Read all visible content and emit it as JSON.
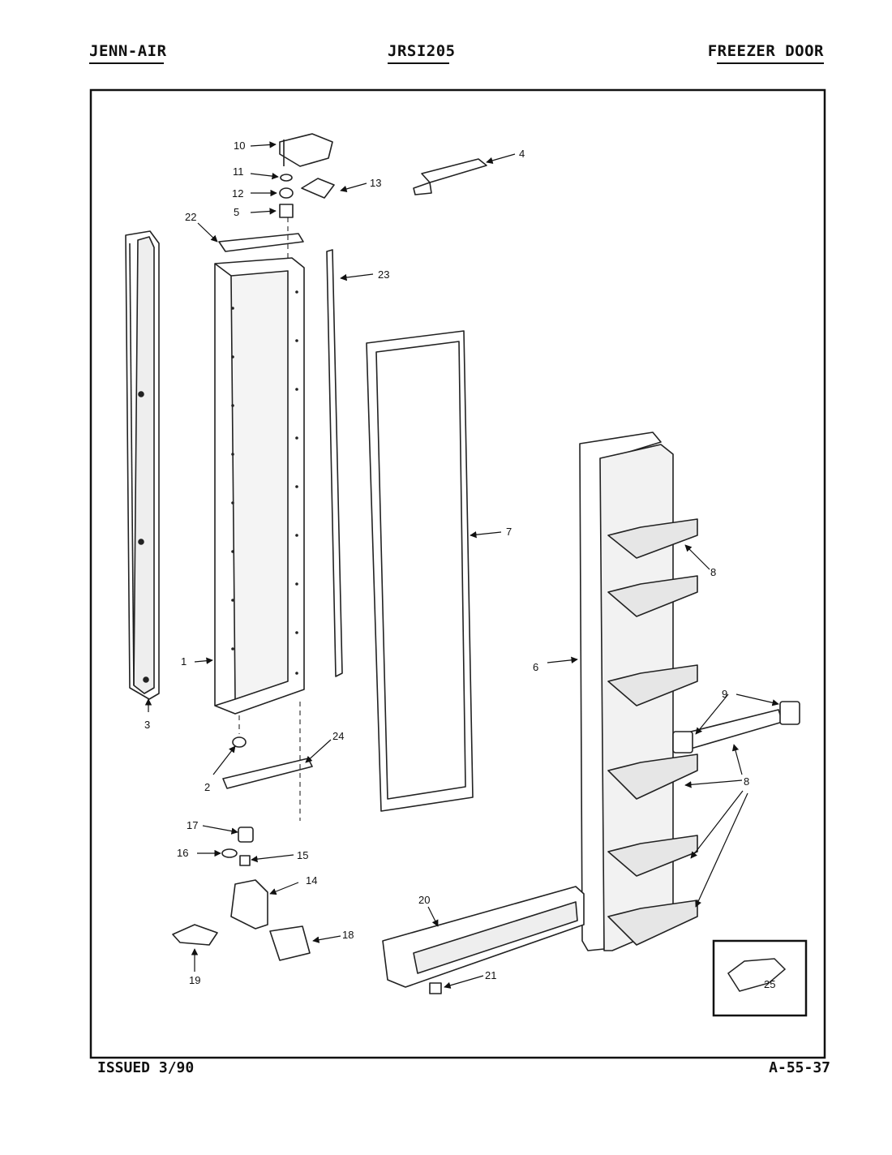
{
  "header": {
    "brand": "JENN-AIR",
    "model": "JRSI205",
    "section": "FREEZER DOOR"
  },
  "footer": {
    "issued": "ISSUED 3/90",
    "page_code": "A-55-37"
  },
  "part_labels": [
    "1",
    "2",
    "3",
    "4",
    "5",
    "6",
    "7",
    "8",
    "8",
    "9",
    "10",
    "11",
    "12",
    "13",
    "14",
    "15",
    "16",
    "17",
    "18",
    "19",
    "20",
    "21",
    "22",
    "23",
    "24",
    "25"
  ]
}
